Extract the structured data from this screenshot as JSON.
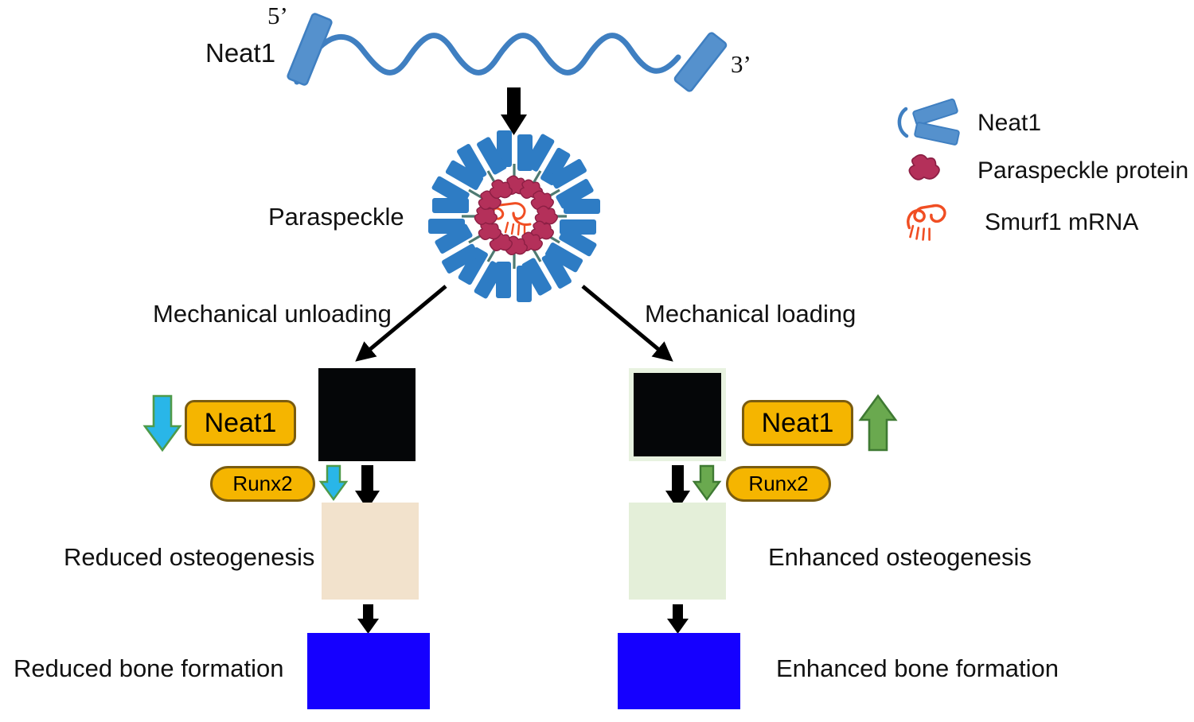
{
  "figure": {
    "type": "biological-pathway-diagram",
    "topic": "Neat1 paraspeckle mechanoregulation of osteogenesis"
  },
  "top": {
    "rna_label": "Neat1",
    "five_prime": "5’",
    "three_prime": "3’"
  },
  "paraspeckle": {
    "label": "Paraspeckle"
  },
  "branches": {
    "left": {
      "condition": "Mechanical unloading",
      "neat1_label": "Neat1",
      "neat1_trend": "down",
      "runx2_label": "Runx2",
      "runx2_trend": "down",
      "osteogenesis_label": "Reduced osteogenesis",
      "bone_label": "Reduced bone formation"
    },
    "right": {
      "condition": "Mechanical loading",
      "neat1_label": "Neat1",
      "neat1_trend": "up",
      "runx2_label": "Runx2",
      "runx2_trend": "down",
      "osteogenesis_label": "Enhanced osteogenesis",
      "bone_label": "Enhanced bone formation"
    }
  },
  "legend": {
    "items": [
      {
        "icon": "neat1-rna-icon",
        "label": "Neat1"
      },
      {
        "icon": "paraspeckle-protein-icon",
        "label": "Paraspeckle protein"
      },
      {
        "icon": "smurf1-mrna-icon",
        "label": "Smurf1 mRNA"
      }
    ]
  },
  "colors": {
    "rna_blue": "#3f7fc1",
    "protein_red": "#b4305a",
    "mrna_orange": "#f04e23",
    "box_amber": "#f5b500",
    "box_border": "#7a5c10",
    "arrow_down_cyan": "#29b6e8",
    "arrow_up_green": "#5aa44a",
    "arrow_black": "#000000",
    "ct_background_blue": "#1500ff",
    "stain_left_bg": "#f2e2cc",
    "stain_right_bg": "#e4efd9",
    "nucleus_black": "#050608"
  }
}
